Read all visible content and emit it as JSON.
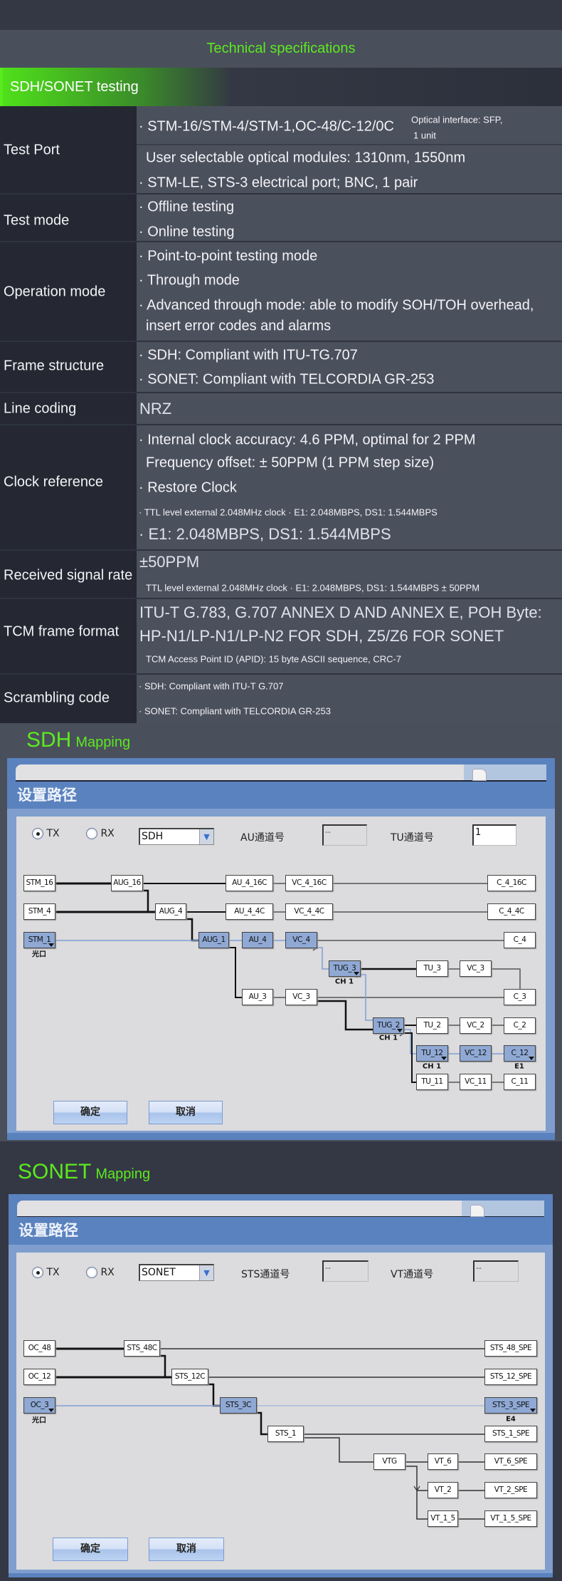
{
  "header": {
    "title": "Technical specifications",
    "section": "SDH/SONET testing"
  },
  "specs": [
    {
      "label": "Test Port",
      "lines": [
        "· STM-16/STM-4/STM-1,OC-48/C-12/0C",
        "User selectable optical modules: 1310nm, 1550nm",
        "· STM-LE, STS-3 electrical port; BNC, 1 pair"
      ],
      "note": [
        "Optical interface: SFP,",
        "1 unit"
      ]
    },
    {
      "label": "Test mode",
      "lines": [
        "· Offline testing",
        "· Online testing"
      ]
    },
    {
      "label": "Operation mode",
      "lines": [
        "· Point-to-point testing mode",
        "· Through mode",
        "· Advanced through mode: able to modify SOH/TOH overhead,",
        "insert error codes and alarms"
      ]
    },
    {
      "label": "Frame structure",
      "lines": [
        "· SDH: Compliant with ITU-TG.707",
        "· SONET: Compliant with TELCORDIA GR-253"
      ]
    },
    {
      "label": "Line coding",
      "lines": [
        "NRZ"
      ]
    },
    {
      "label": "Clock reference",
      "lines": [
        "· Internal clock accuracy: 4.6 PPM, optimal for 2 PPM",
        "Frequency offset: ± 50PPM (1 PPM step size)",
        "· Restore Clock",
        "· TTL level external 2.048MHz clock · E1: 2.048MBPS, DS1: 1.544MBPS",
        "·  E1: 2.048MBPS, DS1: 1.544MBPS"
      ]
    },
    {
      "label": "Received signal rate",
      "lines": [
        "±50PPM",
        "TTL level external 2.048MHz clock · E1: 2.048MBPS, DS1: 1.544MBPS ± 50PPM"
      ]
    },
    {
      "label": "TCM frame format",
      "lines": [
        "ITU-T G.783, G.707 ANNEX D AND ANNEX E, POH Byte:",
        "HP-N1/LP-N1/LP-N2 FOR SDH, Z5/Z6 FOR SONET",
        "TCM Access Point ID (APID): 15 byte ASCII sequence, CRC-7"
      ]
    },
    {
      "label": "Scrambling code",
      "lines": [
        "· SDH: Compliant with ITU-T G.707",
        "· SONET: Compliant with TELCORDIA GR-253"
      ]
    }
  ],
  "sdh": {
    "heading": "SDH",
    "heading_suffix": "Mapping",
    "dialog_title": "设置路径",
    "tx": "TX",
    "rx": "RX",
    "mode": "SDH",
    "ch1_label": "AU通道号",
    "ch1_value": "--",
    "ch2_label": "TU通道号",
    "ch2_value": "1",
    "ok": "确定",
    "cancel": "取消",
    "boxes": [
      "STM_16",
      "AUG_16",
      "AU_4_16C",
      "VC_4_16C",
      "C_4_16C",
      "STM_4",
      "AUG_4",
      "AU_4_4C",
      "VC_4_4C",
      "C_4_4C",
      "STM_1",
      "AUG_1",
      "AU_4",
      "VC_4",
      "C_4",
      "TUG_3",
      "TU_3",
      "VC_3",
      "AU_3",
      "VC_3",
      "C_3",
      "TUG_2",
      "TU_2",
      "VC_2",
      "C_2",
      "TU_12",
      "VC_12",
      "C_12",
      "TU_11",
      "VC_11",
      "C_11"
    ],
    "selected": [
      "STM_1",
      "AUG_1",
      "AU_4",
      "VC_4",
      "TUG_3",
      "TUG_2",
      "TU_12",
      "VC_12",
      "C_12"
    ],
    "sublabels": [
      "光口",
      "CH 1",
      "CH 1",
      "CH 1",
      "E1"
    ]
  },
  "sonet": {
    "heading": "SONET",
    "heading_suffix": "Mapping",
    "dialog_title": "设置路径",
    "tx": "TX",
    "rx": "RX",
    "mode": "SONET",
    "ch1_label": "STS通道号",
    "ch1_value": "--",
    "ch2_label": "VT通道号",
    "ch2_value": "--",
    "ok": "确定",
    "cancel": "取消",
    "boxes": [
      "OC_48",
      "STS_48C",
      "STS_48_SPE",
      "OC_12",
      "STS_12C",
      "STS_12_SPE",
      "OC_3",
      "STS_3C",
      "STS_3_SPE",
      "STS_1",
      "STS_1_SPE",
      "VTG",
      "VT_6",
      "VT_6_SPE",
      "VT_2",
      "VT_2_SPE",
      "VT_1_5",
      "VT_1_5_SPE"
    ],
    "selected": [
      "OC_3",
      "STS_3C",
      "STS_3_SPE"
    ],
    "sublabels": [
      "光口",
      "E4"
    ]
  },
  "colors": {
    "accent": "#5bea1e",
    "panel": "#5a82be",
    "selected_box": "#8fa9d4",
    "path_blue": "#7fa0d8"
  }
}
